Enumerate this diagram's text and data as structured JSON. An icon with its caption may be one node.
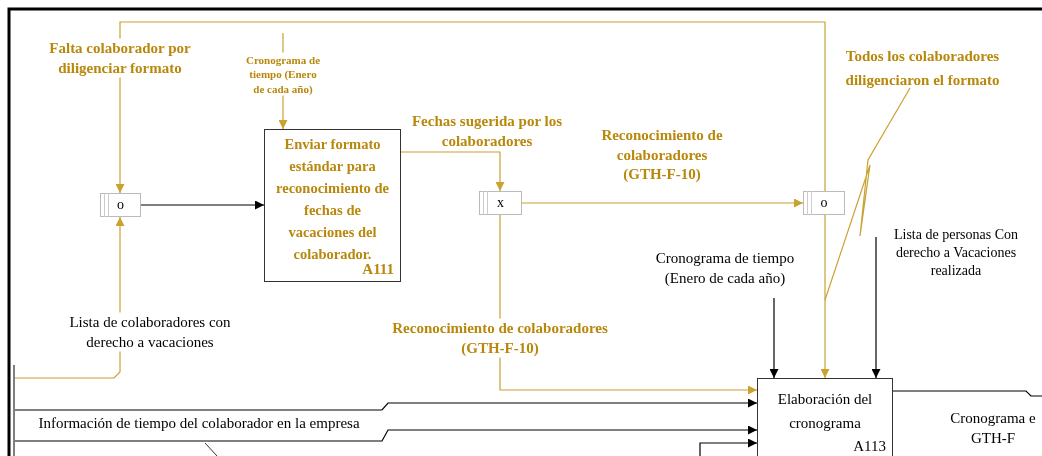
{
  "diagram": {
    "nodes": [
      {
        "text": [
          "Enviar formato estándar para reconocimiento de fechas de vacaciones del colaborador.",
          "A111"
        ]
      },
      {
        "text": [
          "o"
        ]
      },
      {
        "text": [
          "x"
        ]
      },
      {
        "text": [
          "o"
        ]
      },
      {
        "text": [
          "Elaboración del cronograma",
          "A113"
        ]
      },
      {
        "text": [
          "Todos los colaboradores diligenciaron el formato"
        ]
      }
    ],
    "edges": [
      {
        "from": 3,
        "to": 1,
        "arrow": "to",
        "label": "Falta colaborador por diligenciar formato"
      },
      {
        "from": 3,
        "to": 4,
        "arrow": "to"
      },
      {
        "from": null,
        "to": 0,
        "arrow": "to",
        "label": "Cronograma de tiempo (Enero de cada año)"
      },
      {
        "from": 0,
        "to": 2,
        "arrow": "to",
        "label": "Fechas sugerida por los colaboradores"
      },
      {
        "from": 2,
        "to": 3,
        "arrow": "to",
        "label": "Reconocimiento de colaboradores (GTH-F-10)"
      },
      {
        "from": 2,
        "to": 4,
        "arrow": "to",
        "label": "Reconocimiento de colaboradores (GTH-F-10)"
      },
      {
        "from": 1,
        "to": 0,
        "arrow": "to",
        "color": "#000000"
      },
      {
        "from": null,
        "to": 1,
        "arrow": "to",
        "label": "Lista de colaboradores con derecho a vacaciones"
      },
      {
        "from": null,
        "to": 4,
        "arrow": "to",
        "label": "Cronograma de tiempo (Enero de cada año)",
        "color": "#000000"
      },
      {
        "from": null,
        "to": 4,
        "arrow": "to",
        "label": "Lista de personas Con derecho a Vacaciones realizada",
        "color": "#000000"
      },
      {
        "from": null,
        "to": 4,
        "arrow": "to",
        "label": "Información de tiempo del colaborador en la empresa",
        "color": "#000000"
      },
      {
        "from": null,
        "to": 4,
        "arrow": "to",
        "color": "#000000"
      },
      {
        "from": null,
        "to": 4,
        "arrow": "to",
        "color": "#000000"
      },
      {
        "from": 4,
        "to": null,
        "arrow": "none",
        "label": "Cronograma e GTH-F",
        "color": "#000000"
      },
      {
        "from": 5,
        "to": null,
        "arrow": "none"
      }
    ]
  }
}
